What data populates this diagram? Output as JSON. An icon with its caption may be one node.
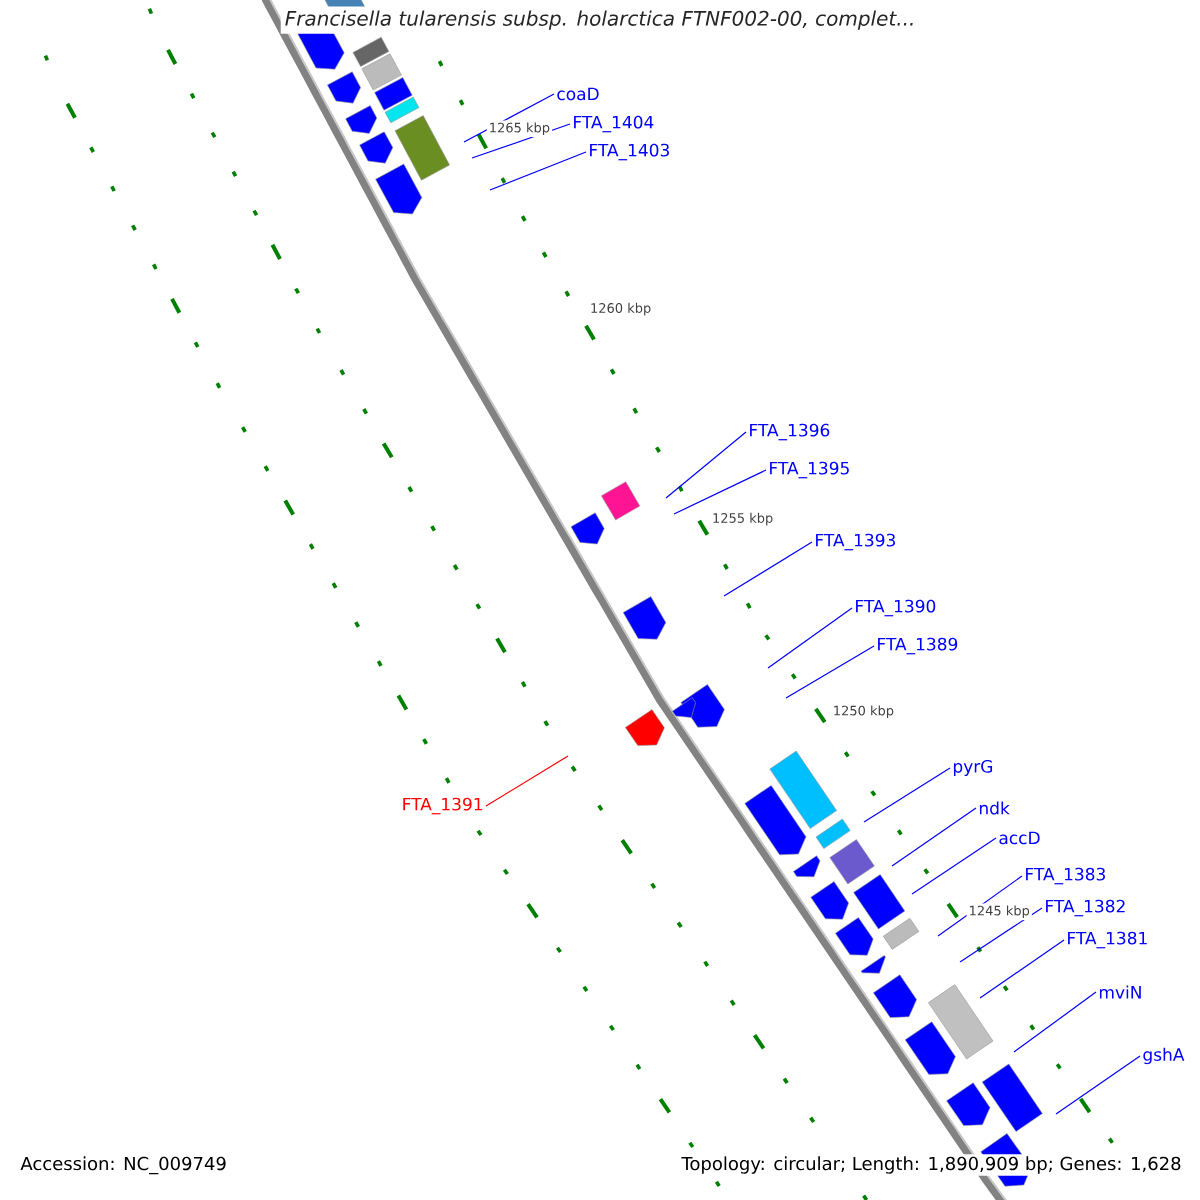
{
  "diagram": {
    "title": "Francisella tularensis subsp. holarctica FTNF002-00, complet...",
    "nodes": [
      {
        "text": [
          "coaD"
        ]
      },
      {
        "text": [
          "FTA_1404"
        ]
      },
      {
        "text": [
          "FTA_1403"
        ]
      },
      {
        "text": [
          "FTA_1396"
        ]
      },
      {
        "text": [
          "FTA_1395"
        ]
      },
      {
        "text": [
          "FTA_1393"
        ]
      },
      {
        "text": [
          "FTA_1390"
        ]
      },
      {
        "text": [
          "FTA_1389"
        ]
      },
      {
        "text": [
          "FTA_1391"
        ]
      },
      {
        "text": [
          "pyrG"
        ]
      },
      {
        "text": [
          "ndk"
        ]
      },
      {
        "text": [
          "accD"
        ]
      },
      {
        "text": [
          "FTA_1383"
        ]
      },
      {
        "text": [
          "FTA_1382"
        ]
      },
      {
        "text": [
          "FTA_1381"
        ]
      },
      {
        "text": [
          "mviN"
        ]
      },
      {
        "text": [
          "gshA"
        ]
      }
    ],
    "edges": [
      {
        "from": 0,
        "to": null,
        "arrow": "none"
      },
      {
        "from": 1,
        "to": null,
        "arrow": "none"
      },
      {
        "from": 2,
        "to": null,
        "arrow": "none"
      },
      {
        "from": 3,
        "to": null,
        "arrow": "none"
      },
      {
        "from": 4,
        "to": null,
        "arrow": "none"
      },
      {
        "from": 5,
        "to": null,
        "arrow": "none"
      },
      {
        "from": 6,
        "to": null,
        "arrow": "none"
      },
      {
        "from": 7,
        "to": null,
        "arrow": "none"
      },
      {
        "from": 8,
        "to": null,
        "arrow": "none",
        "color": "#ff0000"
      },
      {
        "from": 9,
        "to": null,
        "arrow": "none"
      },
      {
        "from": 10,
        "to": null,
        "arrow": "none"
      },
      {
        "from": 11,
        "to": null,
        "arrow": "none"
      },
      {
        "from": 12,
        "to": null,
        "arrow": "none"
      },
      {
        "from": 13,
        "to": null,
        "arrow": "none"
      },
      {
        "from": 14,
        "to": null,
        "arrow": "none"
      },
      {
        "from": 15,
        "to": null,
        "arrow": "none"
      },
      {
        "from": 16,
        "to": null,
        "arrow": "none"
      }
    ],
    "labels": [
      "1265 kbp",
      "1260 kbp",
      "1255 kbp",
      "1250 kbp",
      "1245 kbp",
      "Accession: NC_009749",
      "Topology: circular; Length: 1,890,909 bp; Genes: 1,628"
    ]
  }
}
